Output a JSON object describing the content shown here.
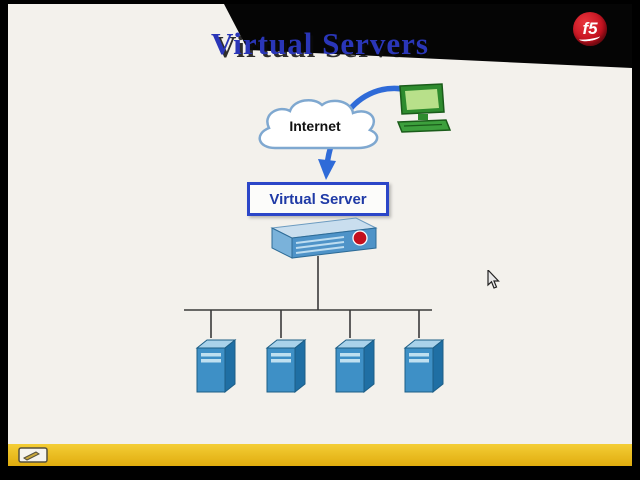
{
  "slide": {
    "title": "Virtual Servers"
  },
  "logo": {
    "text": "f5"
  },
  "diagram": {
    "internet_label": "Internet",
    "virtual_server_label": "Virtual Server",
    "server_count": 4
  },
  "colors": {
    "title_blue": "#2a36b8",
    "box_border_blue": "#2b46c8",
    "arrow_blue": "#2f6bd8",
    "server_front": "#3e90c6",
    "server_side": "#1f6fa4",
    "server_top": "#a9d2ea",
    "slide_background": "#f3f1ec",
    "bottom_bar_yellow": "#e9be1e",
    "logo_red": "#c3101e",
    "frame_black": "#000000"
  }
}
